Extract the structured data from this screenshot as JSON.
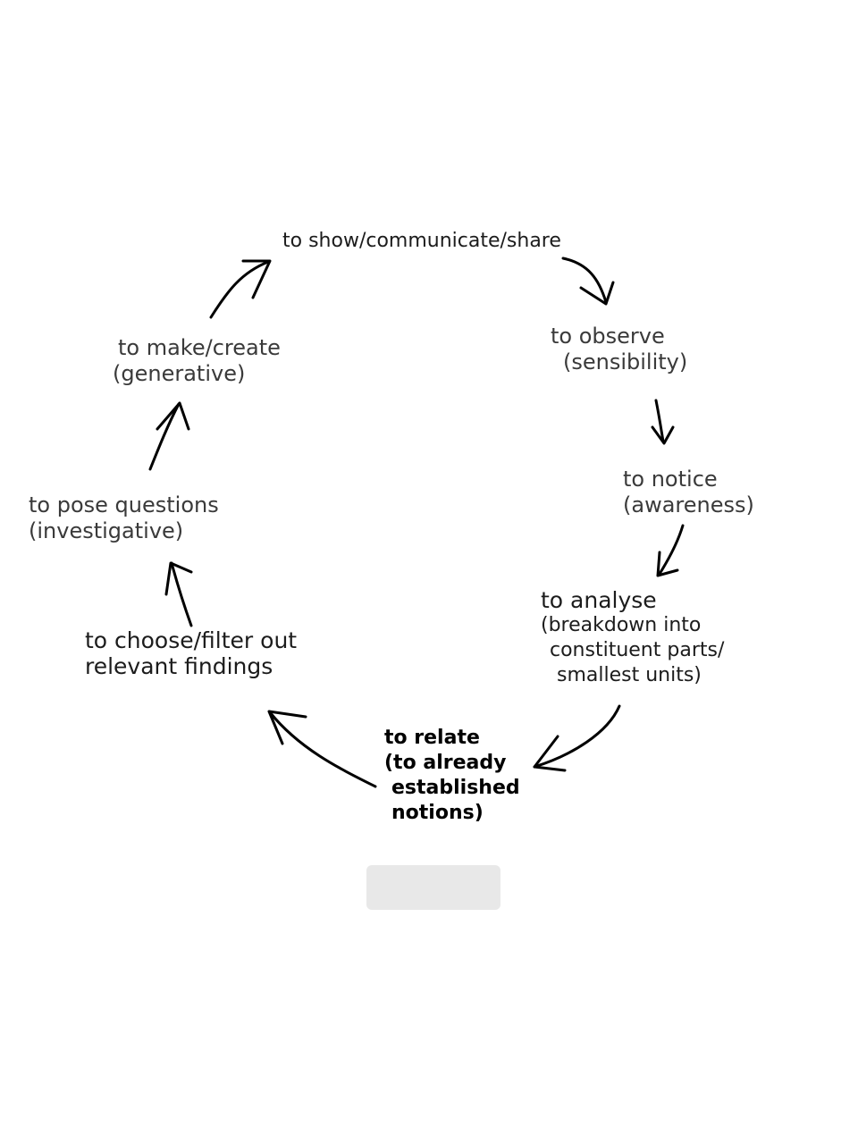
{
  "diagram": {
    "title": "",
    "nodes": [
      {
        "id": "show",
        "lines": [
          "to show/communicate/share"
        ]
      },
      {
        "id": "observe",
        "lines": [
          "to observe",
          "(sensibility)"
        ]
      },
      {
        "id": "notice",
        "lines": [
          "to notice",
          "(awareness)"
        ]
      },
      {
        "id": "analyse",
        "lines": [
          "to analyse",
          "(breakdown into",
          "constituent parts/",
          "smallest units)"
        ]
      },
      {
        "id": "relate",
        "lines": [
          "to relate",
          "(to already",
          "established",
          "notions)"
        ]
      },
      {
        "id": "choose",
        "lines": [
          "to choose/filter out",
          "relevant findings"
        ]
      },
      {
        "id": "question",
        "lines": [
          "to pose questions",
          "(investigative)"
        ]
      },
      {
        "id": "make",
        "lines": [
          "to make/create",
          "(generative)"
        ]
      }
    ],
    "edges": [
      {
        "from": "show",
        "to": "observe"
      },
      {
        "from": "observe",
        "to": "notice"
      },
      {
        "from": "notice",
        "to": "analyse"
      },
      {
        "from": "analyse",
        "to": "relate"
      },
      {
        "from": "relate",
        "to": "choose"
      },
      {
        "from": "choose",
        "to": "question"
      },
      {
        "from": "question",
        "to": "make"
      },
      {
        "from": "make",
        "to": "show"
      }
    ]
  }
}
